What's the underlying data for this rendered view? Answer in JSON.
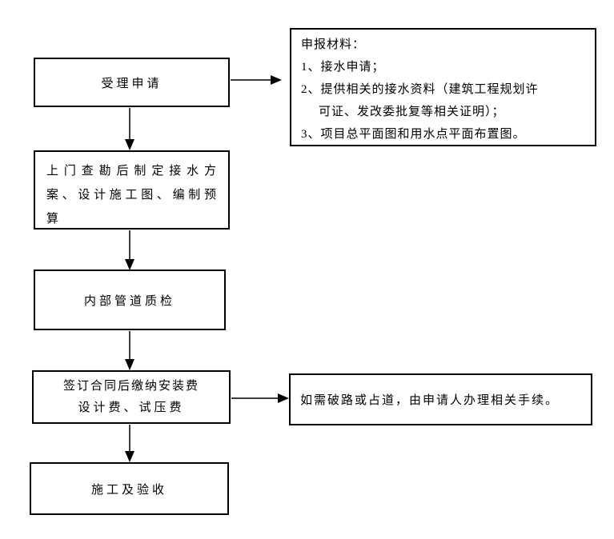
{
  "flowchart": {
    "steps": [
      {
        "label": "受理申请"
      },
      {
        "lines": [
          "上门查勘后制定接水方",
          "案、设计施工图、编制预",
          "算"
        ]
      },
      {
        "label": "内部管道质检"
      },
      {
        "lines": [
          "签订合同后缴纳安装费",
          "设计费、试压费"
        ]
      },
      {
        "label": "施工及验收"
      }
    ],
    "notes": {
      "materials": {
        "lines": [
          "申报材料：",
          "1、接水申请；",
          "2、提供相关的接水资料（建筑工程规划许",
          "可证、发改委批复等相关证明）；",
          "3、项目总平面图和用水点平面布置图。"
        ]
      },
      "road": {
        "text": "如需破路或占道，由申请人办理相关手续。"
      }
    }
  },
  "colors": {
    "box_border": "#000000",
    "arrow_stem": "#3d3d3d",
    "arrow_head": "#000000",
    "background": "#ffffff",
    "text": "#000000"
  }
}
